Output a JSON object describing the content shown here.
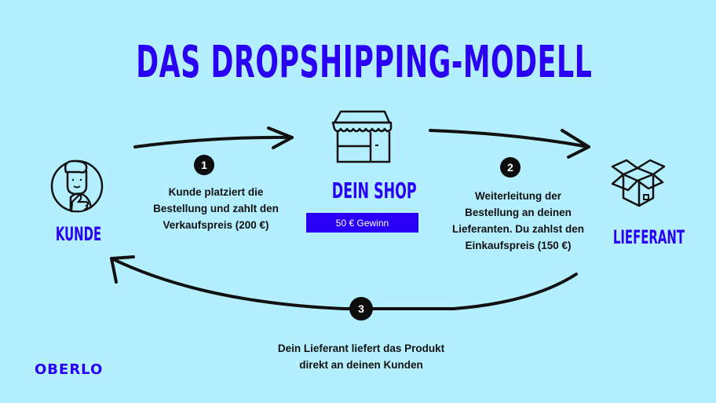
{
  "title": "DAS DROPSHIPPING-MODELL",
  "nodes": {
    "customer": {
      "label": "KUNDE",
      "icon": "customer-thumbs-up-icon"
    },
    "shop": {
      "label": "DEIN SHOP",
      "icon": "storefront-icon",
      "profit": "50 € Gewinn"
    },
    "supplier": {
      "label": "LIEFERANT",
      "icon": "open-box-icon"
    }
  },
  "steps": [
    {
      "number": "1",
      "text_lines": [
        "Kunde platziert die",
        "Bestellung und zahlt den",
        "Verkaufspreis (200 €)"
      ]
    },
    {
      "number": "2",
      "text_lines": [
        "Weiterleitung der",
        "Bestellung an deinen",
        "Lieferanten. Du zahlst den",
        "Einkaufspreis (150 €)"
      ]
    },
    {
      "number": "3",
      "text_lines": [
        "Dein Lieferant liefert das Produkt",
        "direkt an deinen Kunden"
      ]
    }
  ],
  "brand": {
    "logo": "OBERLO"
  },
  "colors": {
    "background": "#b3efff",
    "accent": "#2a00f5",
    "ink": "#111111"
  }
}
